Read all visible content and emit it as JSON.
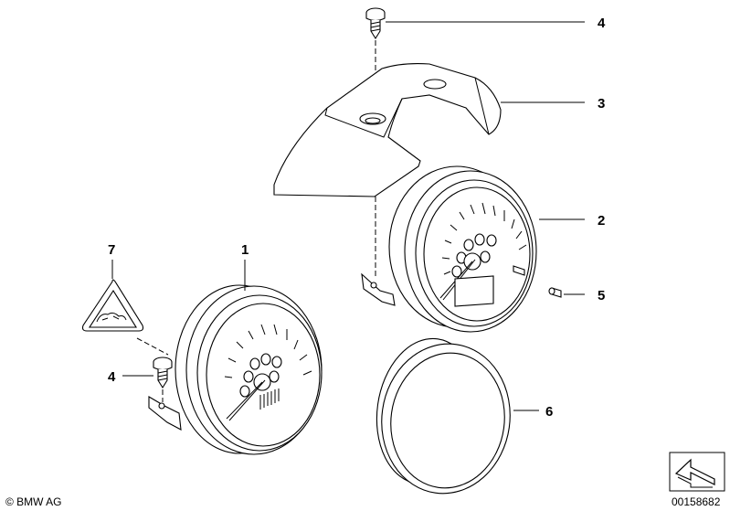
{
  "callouts": {
    "p1": "1",
    "p2": "2",
    "p3": "3",
    "p4_top": "4",
    "p4_left": "4",
    "p5": "5",
    "p6": "6",
    "p7": "7"
  },
  "footer": {
    "copyright": "© BMW AG",
    "diagram_id": "00158682"
  },
  "icons": {
    "warning_label": "warning-triangle-icon",
    "direction_arrow": "direction-arrow-icon"
  }
}
